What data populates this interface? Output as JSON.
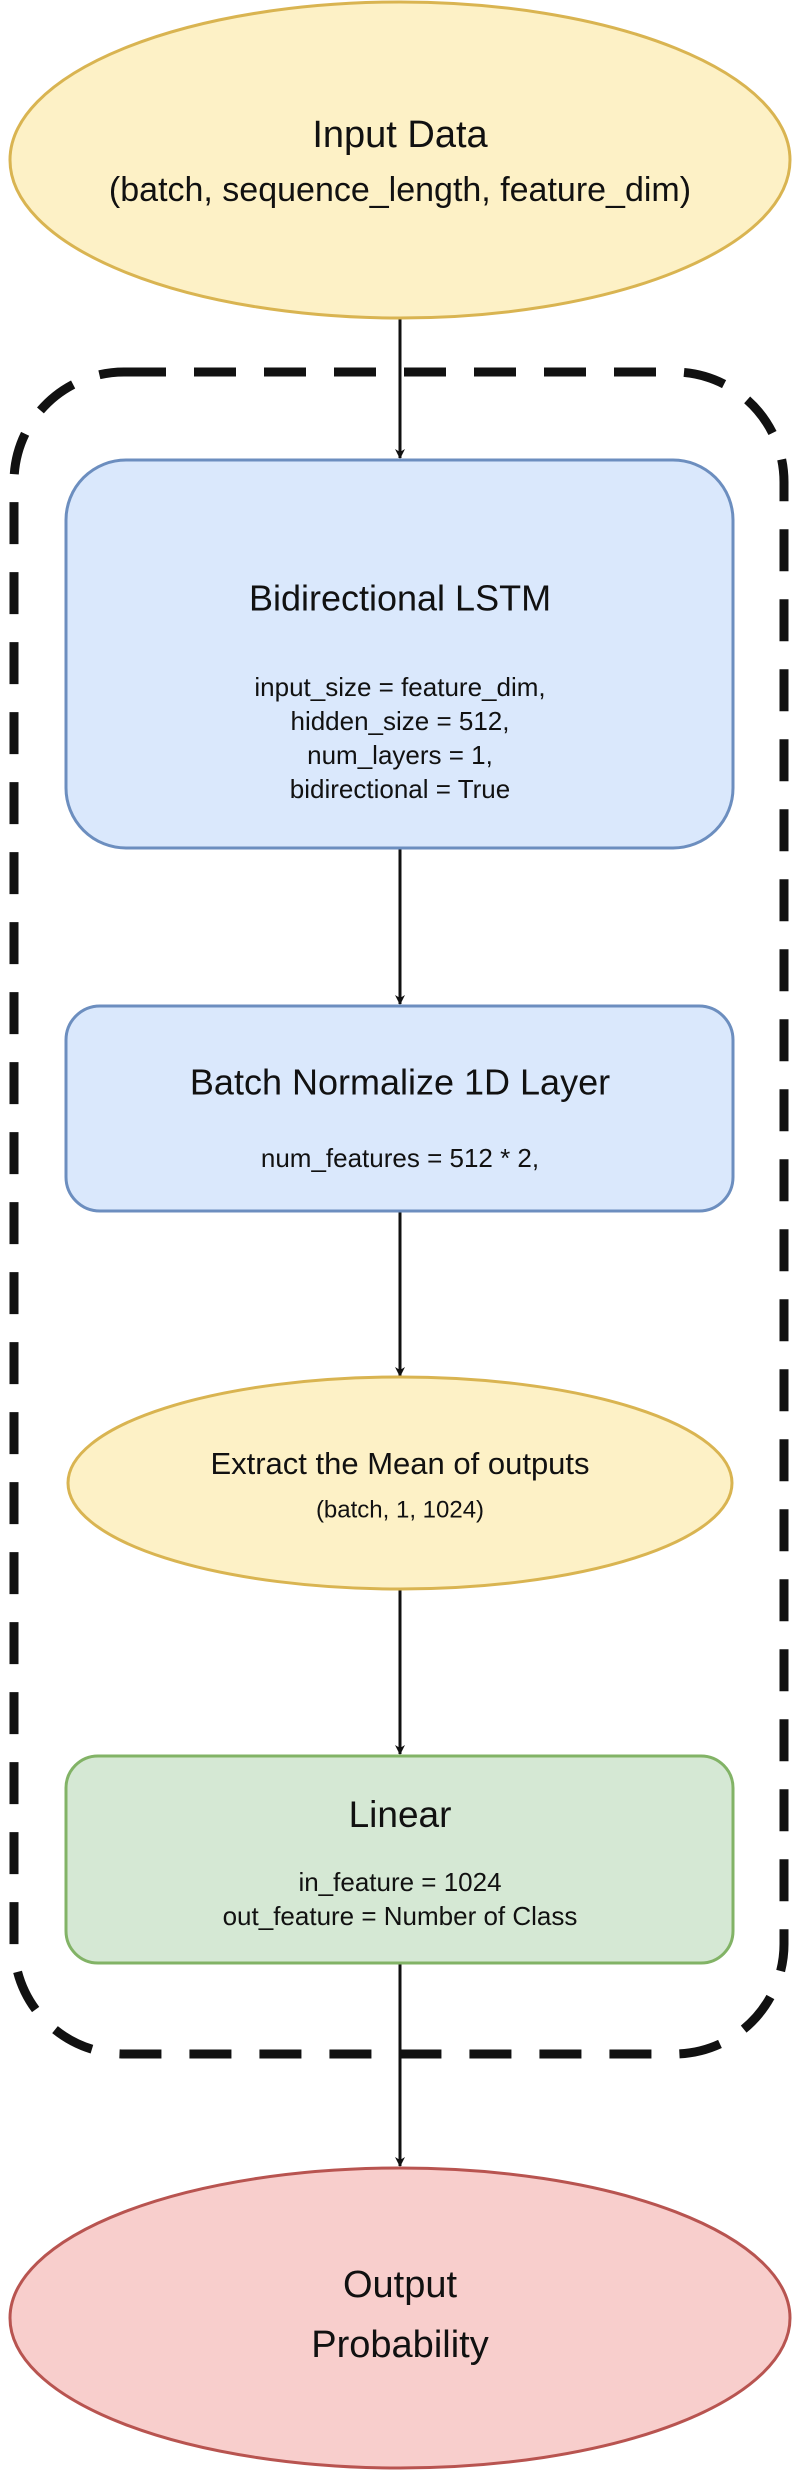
{
  "nodes": {
    "input": {
      "title": "Input Data",
      "detail": "(batch, sequence_length, feature_dim)"
    },
    "lstm": {
      "title": "Bidirectional LSTM",
      "params": [
        "input_size = feature_dim,",
        "hidden_size = 512,",
        "num_layers = 1,",
        "bidirectional = True"
      ]
    },
    "batchnorm": {
      "title": "Batch Normalize 1D Layer",
      "params": [
        "num_features = 512 * 2,"
      ]
    },
    "mean": {
      "title": "Extract the Mean of outputs",
      "detail": "(batch, 1, 1024)"
    },
    "linear": {
      "title": "Linear",
      "params": [
        "in_feature = 1024",
        "out_feature = Number of Class"
      ]
    },
    "output": {
      "lines": [
        "Output",
        "Probability"
      ]
    }
  },
  "colors": {
    "yellow_fill": "#fdf1c6",
    "yellow_stroke": "#d9b451",
    "blue_fill": "#dae8fc",
    "blue_stroke": "#6c8ebf",
    "green_fill": "#d5e8d4",
    "green_stroke": "#82b366",
    "red_fill": "#f8cecc",
    "red_stroke": "#b85450",
    "line": "#111111"
  }
}
